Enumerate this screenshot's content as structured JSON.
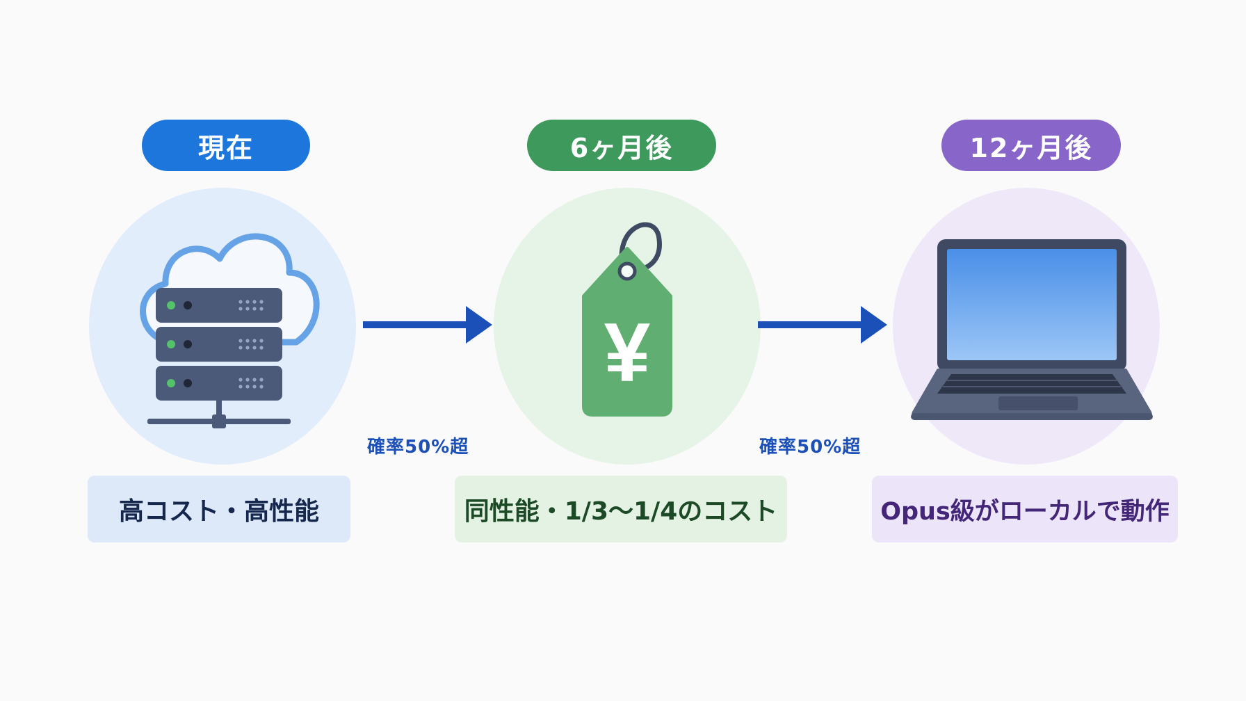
{
  "stages": [
    {
      "label": "現在",
      "caption": "高コスト・高性能",
      "icon": "cloud-server-icon",
      "color": "#1c76dc"
    },
    {
      "label": "6ヶ月後",
      "caption": "同性能・1/3〜1/4のコスト",
      "icon": "yen-price-tag-icon",
      "color": "#3e9a5c"
    },
    {
      "label": "12ヶ月後",
      "caption": "Opus級がローカルで動作",
      "icon": "laptop-icon",
      "color": "#8765c9"
    }
  ],
  "transitions": [
    {
      "label": "確率50%超",
      "icon": "right-arrow-icon",
      "color": "#1b50b8"
    },
    {
      "label": "確率50%超",
      "icon": "right-arrow-icon",
      "color": "#1b50b8"
    }
  ],
  "tag_symbol": "¥"
}
